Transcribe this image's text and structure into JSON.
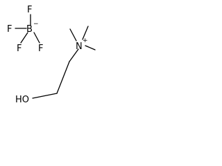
{
  "structure": {
    "anion": {
      "center": "B",
      "charge": "−",
      "substituents": [
        "F",
        "F",
        "F",
        "F"
      ]
    },
    "cation": {
      "center": "N",
      "charge": "+",
      "chain_end": "HO"
    }
  },
  "colors": {
    "ink": "#000000",
    "background": "#ffffff"
  }
}
